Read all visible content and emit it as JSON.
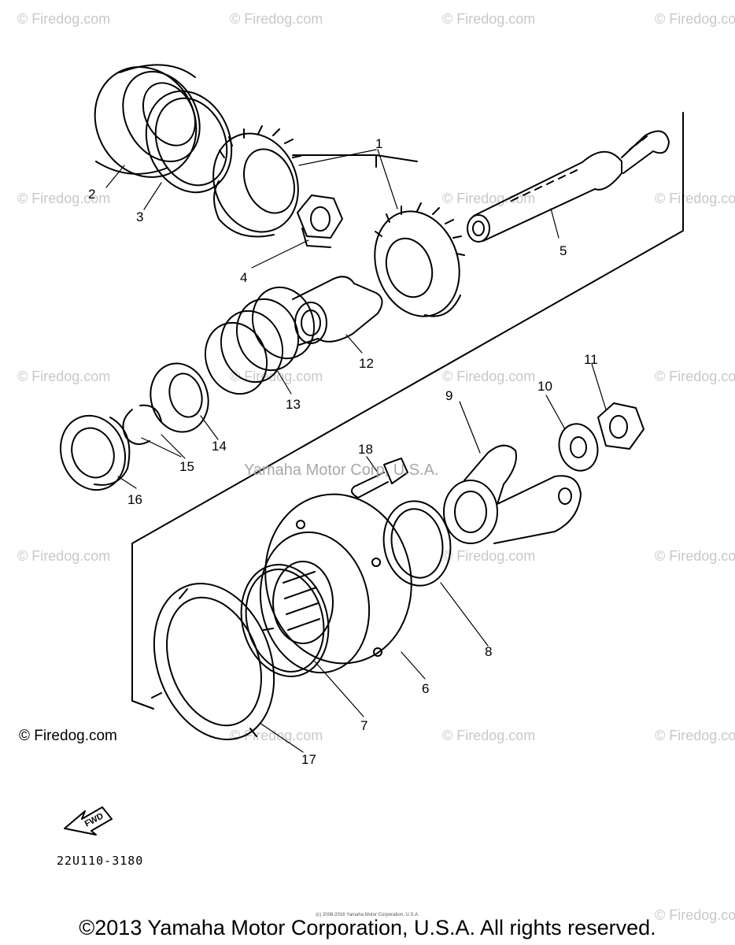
{
  "watermark": "© Firedog.com",
  "center_watermark": "Yamaha Motor Corp, U.S.A.",
  "corner_credit": "© Firedog.com",
  "part_code": "22U110-3180",
  "fwd_label": "FWD",
  "fine_print": "(c) 2008-2016 Yamaha Motor Corporation, U.S.A.",
  "footer": "©2013 Yamaha Motor Corporation, U.S.A. All rights reserved.",
  "callouts": [
    "1",
    "2",
    "3",
    "4",
    "5",
    "6",
    "7",
    "8",
    "9",
    "10",
    "11",
    "12",
    "13",
    "14",
    "15",
    "16",
    "17",
    "18"
  ]
}
